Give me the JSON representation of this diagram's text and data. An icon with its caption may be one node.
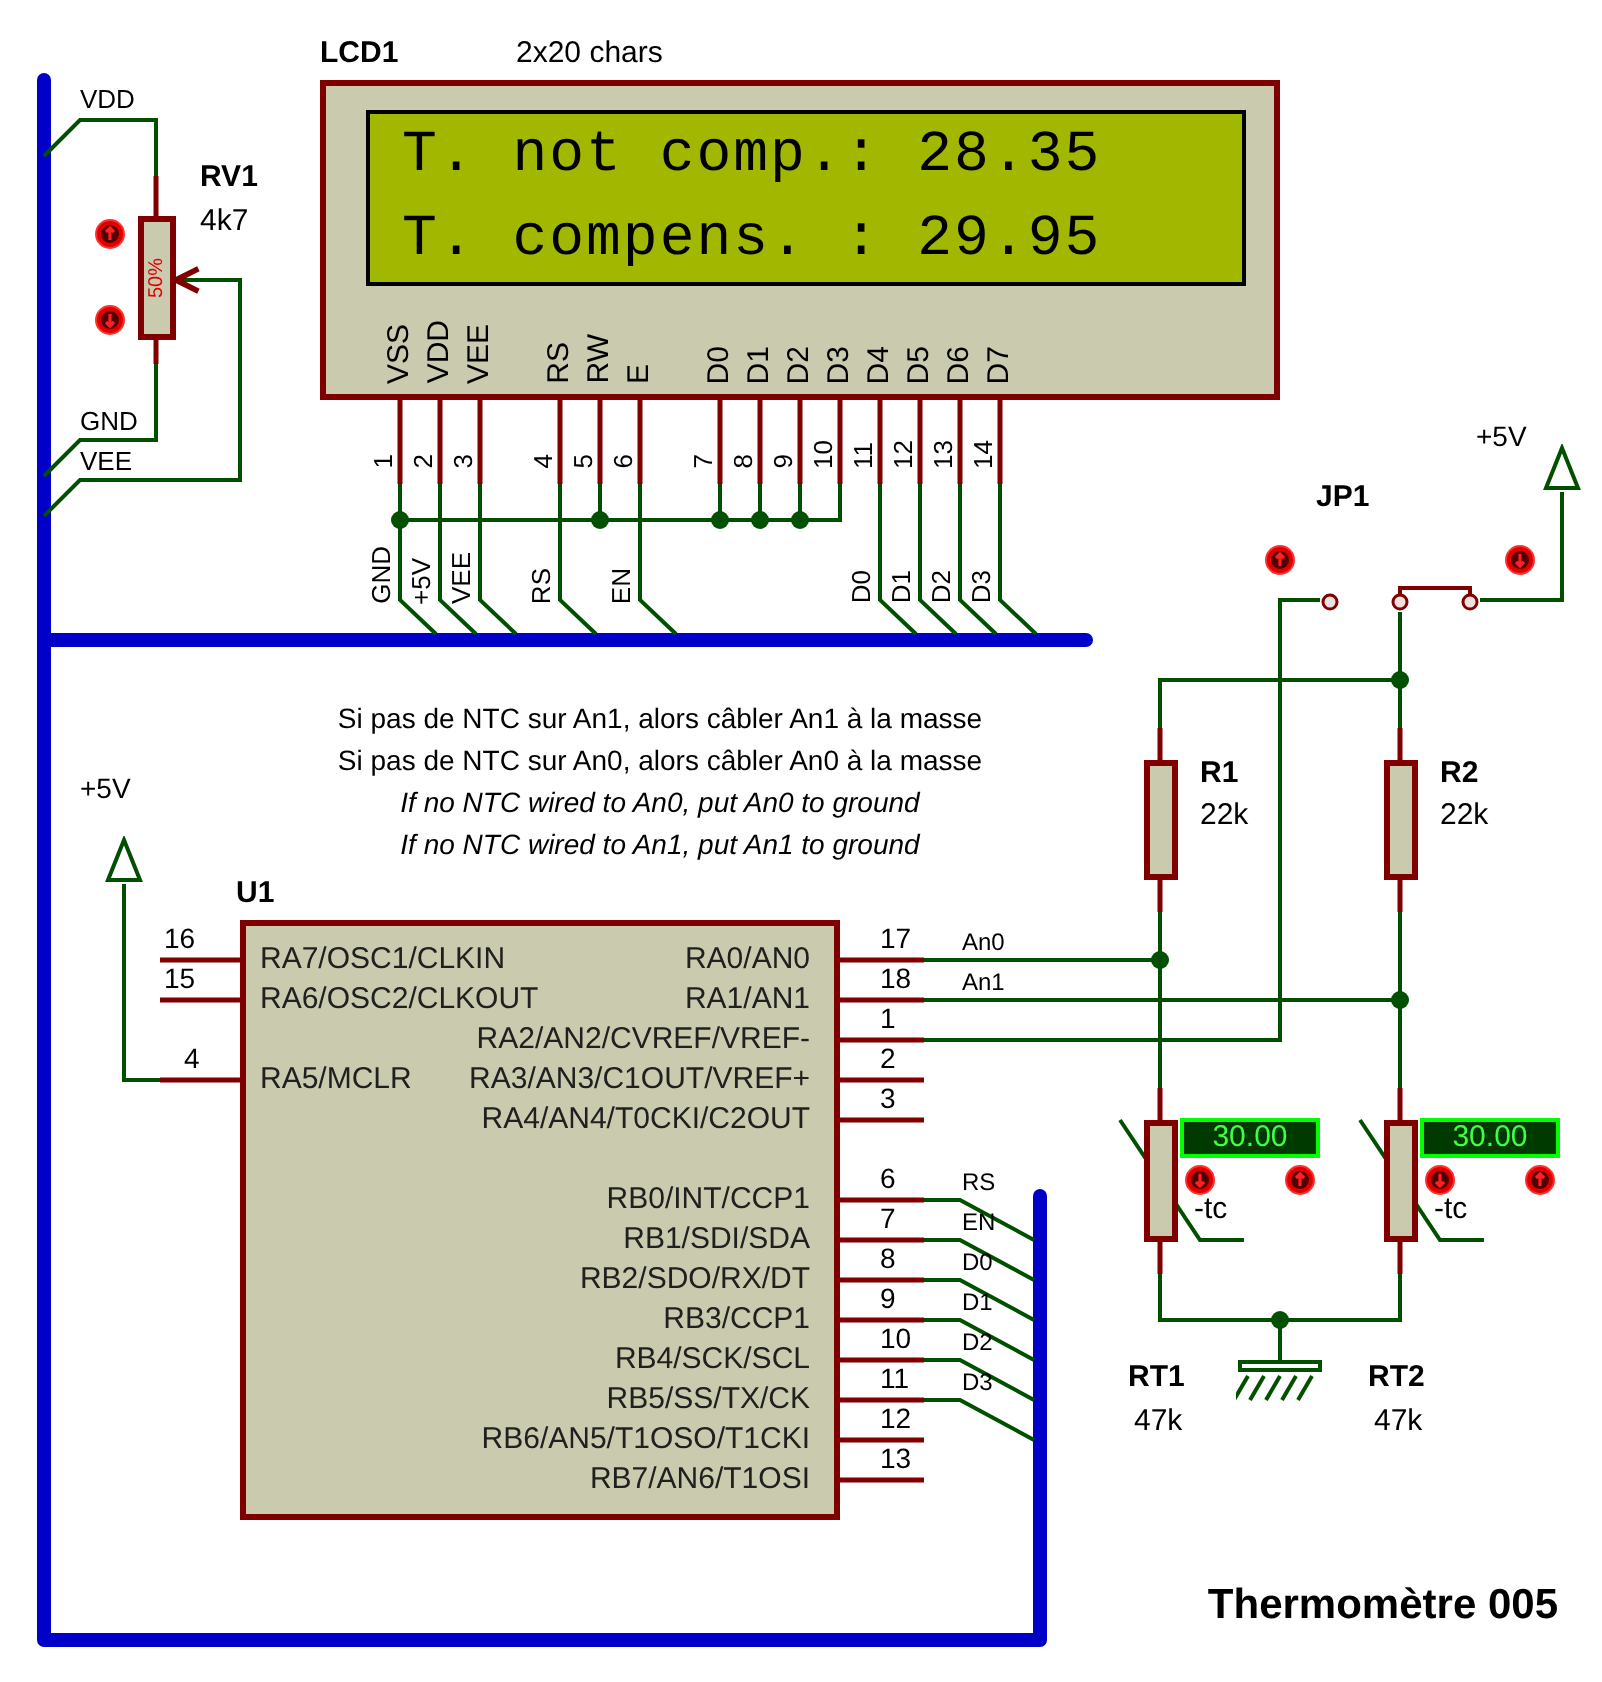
{
  "diagram": {
    "title": "Thermomètre 005",
    "nodes": [
      {
        "text": [
          "LCD1"
        ],
        "beside": [
          "2x20 chars"
        ]
      },
      {
        "text": [
          "T. not comp.: 28.35",
          "T. compens. : 29.95"
        ],
        "in": 0
      },
      {
        "text": [
          "50%"
        ],
        "beside": [
          "RV1",
          "4k7"
        ]
      },
      {
        "text": [
          "U1",
          "RA7/OSC1/CLKIN",
          "RA6/OSC2/CLKOUT",
          "RA5/MCLR",
          "RA0/AN0",
          "RA1/AN1",
          "RA2/AN2/CVREF/VREF-",
          "RA3/AN3/C1OUT/VREF+",
          "RA4/AN4/T0CKI/C2OUT",
          "RB0/INT/CCP1",
          "RB1/SDI/SDA",
          "RB2/SDO/RX/DT",
          "RB3/CCP1",
          "RB4/SCK/SCL",
          "RB5/SS/TX/CK",
          "RB6/AN5/T1OSO/T1CKI",
          "RB7/AN6/T1OSI"
        ]
      },
      {
        "text": [
          "+5V"
        ]
      },
      {
        "text": [
          "JP1"
        ]
      },
      {
        "text": [
          "+5V"
        ]
      },
      {
        "text": [],
        "shape": "box",
        "beside": [
          "R1",
          "22k"
        ]
      },
      {
        "text": [],
        "shape": "box",
        "beside": [
          "R2",
          "22k"
        ]
      },
      {
        "text": [],
        "shape": "box",
        "beside": [
          "-tc",
          "RT1",
          "47k"
        ]
      },
      {
        "text": [
          "30.00"
        ]
      },
      {
        "text": [],
        "shape": "box",
        "beside": [
          "-tc",
          "RT2",
          "47k"
        ]
      },
      {
        "text": [
          "30.00"
        ]
      },
      {
        "text": [],
        "shape": "ground"
      }
    ],
    "edges": [
      {
        "from": 0,
        "to": null,
        "arrow": "none",
        "label": "GND"
      },
      {
        "from": 0,
        "to": null,
        "arrow": "none",
        "label": "+5V"
      },
      {
        "from": 0,
        "to": null,
        "arrow": "none",
        "label": "VEE"
      },
      {
        "from": 0,
        "to": null,
        "arrow": "none",
        "label": "RS"
      },
      {
        "from": 0,
        "to": null,
        "arrow": "none",
        "label": "EN"
      },
      {
        "from": 0,
        "to": null,
        "arrow": "none",
        "label": "D0"
      },
      {
        "from": 0,
        "to": null,
        "arrow": "none",
        "label": "D1"
      },
      {
        "from": 0,
        "to": null,
        "arrow": "none",
        "label": "D2"
      },
      {
        "from": 0,
        "to": null,
        "arrow": "none",
        "label": "D3"
      },
      {
        "from": 2,
        "to": null,
        "arrow": "none",
        "label": "VDD"
      },
      {
        "from": 2,
        "to": null,
        "arrow": "none",
        "label": "GND"
      },
      {
        "from": null,
        "to": 2,
        "arrow": "to",
        "label": "VEE"
      },
      {
        "from": 4,
        "to": 3,
        "arrow": "none"
      },
      {
        "from": 3,
        "to": 7,
        "arrow": "none",
        "label": "An0"
      },
      {
        "from": 3,
        "to": 8,
        "arrow": "none",
        "label": "An1"
      },
      {
        "from": 3,
        "to": 5,
        "arrow": "none"
      },
      {
        "from": 3,
        "to": null,
        "arrow": "none",
        "label": "RS"
      },
      {
        "from": 3,
        "to": null,
        "arrow": "none",
        "label": "EN"
      },
      {
        "from": 3,
        "to": null,
        "arrow": "none",
        "label": "D0"
      },
      {
        "from": 3,
        "to": null,
        "arrow": "none",
        "label": "D1"
      },
      {
        "from": 3,
        "to": null,
        "arrow": "none",
        "label": "D2"
      },
      {
        "from": 3,
        "to": null,
        "arrow": "none",
        "label": "D3"
      },
      {
        "from": 7,
        "to": 5,
        "arrow": "none"
      },
      {
        "from": 8,
        "to": 5,
        "arrow": "none"
      },
      {
        "from": 5,
        "to": 6,
        "arrow": "none"
      },
      {
        "from": 7,
        "to": 9,
        "arrow": "none"
      },
      {
        "from": 8,
        "to": 11,
        "arrow": "none"
      },
      {
        "from": 9,
        "to": 13,
        "arrow": "none"
      },
      {
        "from": 11,
        "to": 13,
        "arrow": "none"
      }
    ],
    "labels": [
      "VSS",
      "VDD",
      "VEE",
      "RS",
      "RW",
      "E",
      "D0",
      "D1",
      "D2",
      "D3",
      "D4",
      "D5",
      "D6",
      "D7",
      "1",
      "2",
      "3",
      "4",
      "5",
      "6",
      "7",
      "8",
      "9",
      "10",
      "11",
      "12",
      "13",
      "14",
      "Si pas de NTC sur An1, alors câbler An1 à la masse",
      "Si pas de NTC sur An0, alors câbler An0 à la masse",
      "If no NTC wired to An0, put An0 to ground",
      "If no NTC wired to An1, put An1 to ground",
      "16",
      "15",
      "4",
      "17",
      "18",
      "1",
      "2",
      "3",
      "6",
      "7",
      "8",
      "9",
      "10",
      "11",
      "12",
      "13"
    ]
  }
}
